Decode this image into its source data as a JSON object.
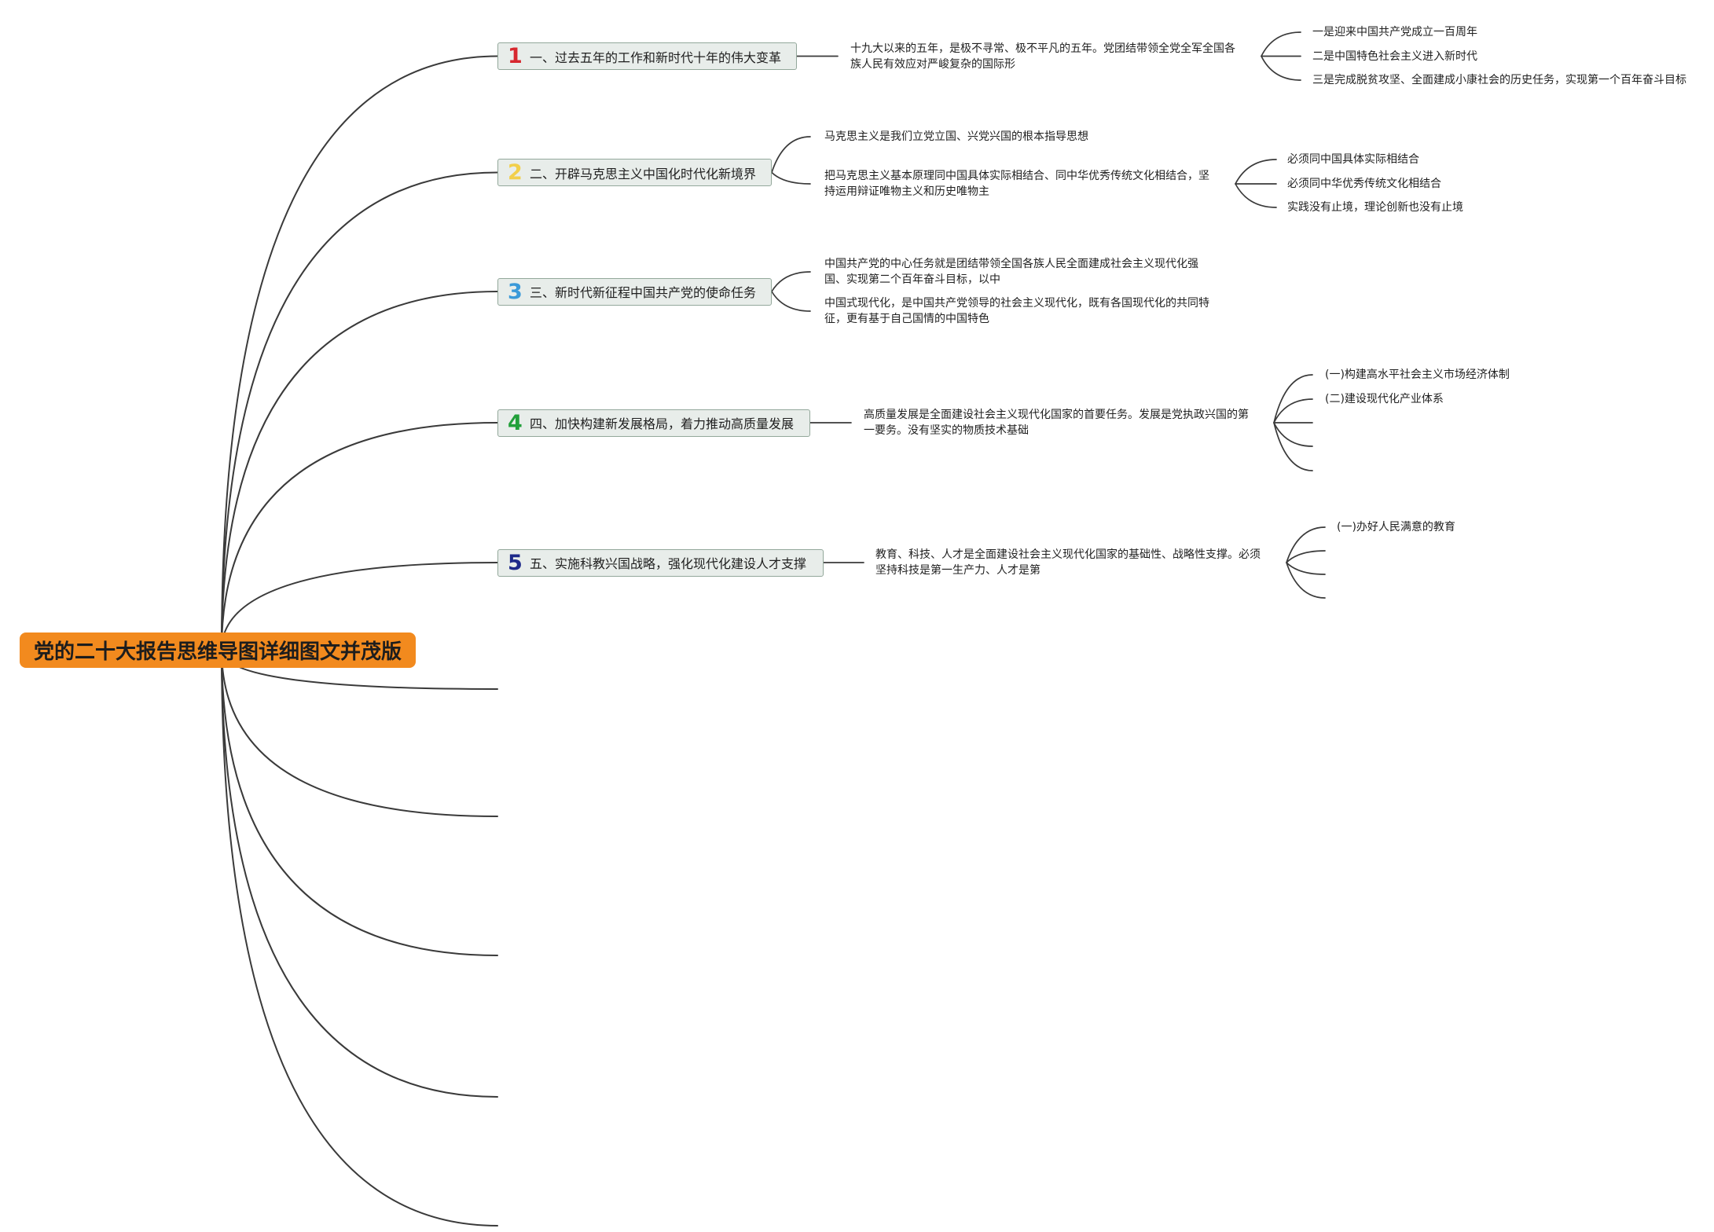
{
  "root": {
    "title": "党的二十大报告思维导图详细图文并茂版",
    "fill_color": "#f28a1e"
  },
  "branches": [
    {
      "number": "1",
      "number_color": "#d7282f",
      "label": "一、过去五年的工作和新时代十年的伟大变革",
      "topics": [
        {
          "text": "十九大以来的五年，是极不寻常、极不平凡的五年。党团结带领全党全军全国各族人民有效应对严峻复杂的国际形",
          "subtopics": [
            "一是迎来中国共产党成立一百周年",
            "二是中国特色社会主义进入新时代",
            "三是完成脱贫攻坚、全面建成小康社会的历史任务，实现第一个百年奋斗目标"
          ]
        }
      ]
    },
    {
      "number": "2",
      "number_color": "#f2cf4a",
      "label": "二、开辟马克思主义中国化时代化新境界",
      "topics": [
        {
          "text": "马克思主义是我们立党立国、兴党兴国的根本指导思想"
        },
        {
          "text": "把马克思主义基本原理同中国具体实际相结合、同中华优秀传统文化相结合，坚持运用辩证唯物主义和历史唯物主",
          "subtopics": [
            "必须同中国具体实际相结合",
            "必须同中华优秀传统文化相结合",
            "实践没有止境，理论创新也没有止境"
          ]
        }
      ]
    },
    {
      "number": "3",
      "number_color": "#3b9ad9",
      "label": "三、新时代新征程中国共产党的使命任务",
      "topics": [
        {
          "text": "中国共产党的中心任务就是团结带领全国各族人民全面建成社会主义现代化强国、实现第二个百年奋斗目标，以中"
        },
        {
          "text": "中国式现代化，是中国共产党领导的社会主义现代化，既有各国现代化的共同特征，更有基于自己国情的中国特色"
        }
      ]
    },
    {
      "number": "4",
      "number_color": "#22a03a",
      "label": "四、加快构建新发展格局，着力推动高质量发展",
      "topics": [
        {
          "text": "高质量发展是全面建设社会主义现代化国家的首要任务。发展是党执政兴国的第一要务。没有坚实的物质技术基础",
          "subtopics": [
            "(一)构建高水平社会主义市场经济体制",
            "(二)建设现代化产业体系"
          ]
        }
      ]
    },
    {
      "number": "5",
      "number_color": "#1e2a8a",
      "label": "五、实施科教兴国战略，强化现代化建设人才支撑",
      "topics": [
        {
          "text": "教育、科技、人才是全面建设社会主义现代化国家的基础性、战略性支撑。必须坚持科技是第一生产力、人才是第",
          "subtopics": [
            "(一)办好人民满意的教育"
          ]
        }
      ]
    }
  ]
}
